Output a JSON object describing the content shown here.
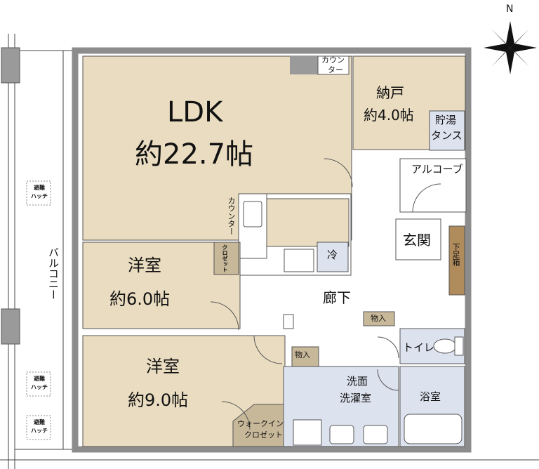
{
  "north": "N",
  "rooms": {
    "ldk": {
      "name": "LDK",
      "area": "約22.7帖"
    },
    "western1": {
      "name": "洋室",
      "area": "約6.0帖"
    },
    "western2": {
      "name": "洋室",
      "area": "約9.0帖"
    },
    "storage": {
      "name": "納戸",
      "area": "約4.0帖"
    },
    "water_heater": {
      "line1": "貯湯",
      "line2": "タンス"
    },
    "alcove": "アルコーブ",
    "entrance": "玄関",
    "shoe_box": "下足箱",
    "hallway": "廊下",
    "toilet": "トイレ",
    "bath": "浴室",
    "washroom": {
      "line1": "洗面",
      "line2": "洗濯室"
    },
    "walkin": {
      "line1": "ウォークイン",
      "line2": "クロゼット"
    },
    "closet": "クロゼット",
    "counter_top": {
      "line1": "カウン",
      "line2": "ター"
    },
    "counter_side": "カウンター",
    "fridge": "冷",
    "storage_small_1": "物入",
    "storage_small_2": "物入",
    "balcony": "バルコニー",
    "hatch1": {
      "line1": "避難",
      "line2": "ハッチ"
    },
    "hatch2": {
      "line1": "避難",
      "line2": "ハッチ"
    },
    "hatch3": {
      "line1": "避難",
      "line2": "ハッチ"
    }
  },
  "colors": {
    "floor": "#e9dcc0",
    "wet": "#dde2ef",
    "storage": "#c8b89a",
    "wall": "#8c8c8c",
    "shelf": "#b08b5c"
  }
}
